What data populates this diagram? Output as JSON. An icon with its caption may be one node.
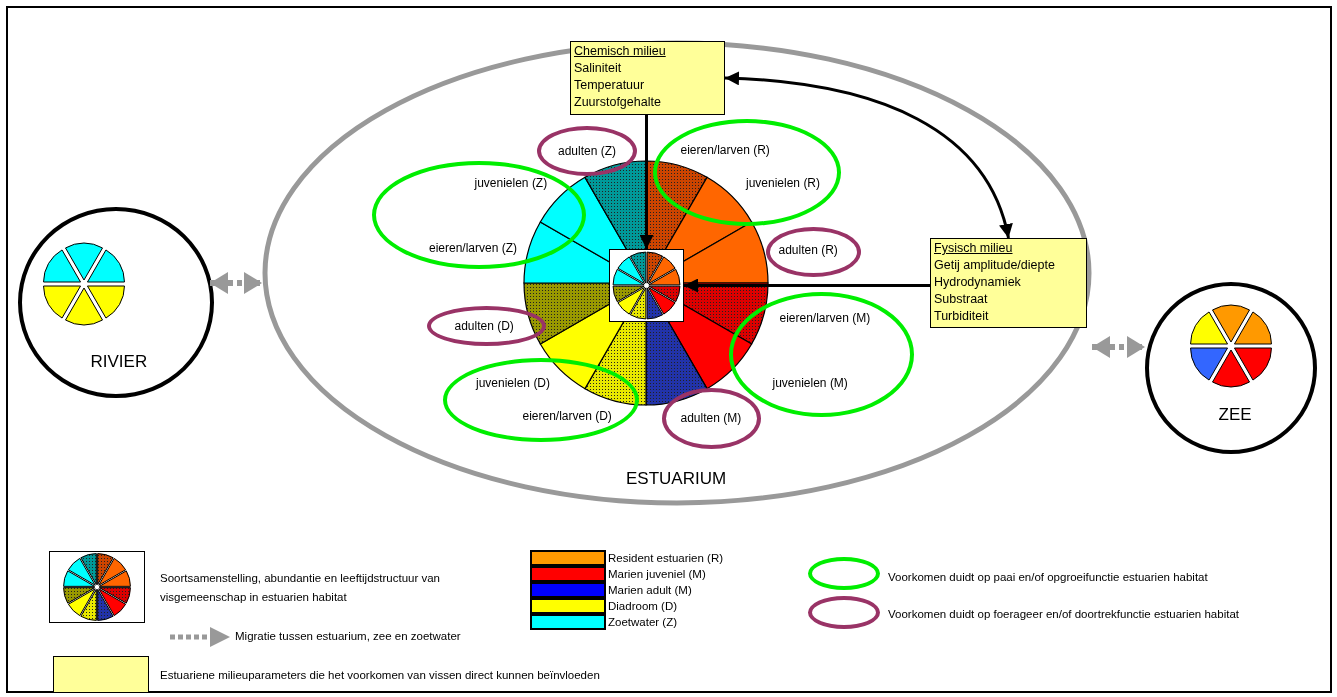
{
  "diagram": {
    "nodes": [
      {
        "text": [
          "ESTUARIUM"
        ]
      },
      {
        "text": [
          "Chemisch milieu",
          "Saliniteit",
          "Temperatuur",
          "Zuurstofgehalte"
        ],
        "in": 0
      },
      {
        "text": [
          "Fysisch milieu",
          "Getij amplitude/diepte",
          "Hydrodynamiek",
          "Substraat",
          "Turbiditeit"
        ],
        "in": 0
      },
      {
        "text": [],
        "shape": "box",
        "in": 0
      },
      {
        "text": [
          "RIVIER"
        ]
      },
      {
        "text": [
          "ZEE"
        ]
      },
      {
        "text": [
          "adulten (Z)"
        ],
        "in": 0
      },
      {
        "text": [
          "juvenielen (Z)",
          "eieren/larven (Z)"
        ],
        "in": 0
      },
      {
        "text": [
          "eieren/larven (R)",
          "juvenielen (R)"
        ],
        "in": 0
      },
      {
        "text": [
          "adulten (R)"
        ],
        "in": 0
      },
      {
        "text": [
          "eieren/larven (M)",
          "juvenielen (M)"
        ],
        "in": 0
      },
      {
        "text": [
          "adulten (M)"
        ],
        "in": 0
      },
      {
        "text": [
          "juvenielen (D)",
          "eieren/larven (D)"
        ],
        "in": 0
      },
      {
        "text": [
          "adulten (D)"
        ],
        "in": 0
      }
    ],
    "edges": [
      {
        "from": 1,
        "to": 3,
        "arrow": "to"
      },
      {
        "from": 2,
        "to": 3,
        "arrow": "to"
      },
      {
        "from": 1,
        "to": 2,
        "arrow": "both"
      },
      {
        "from": 4,
        "to": 0,
        "arrow": "both",
        "style": "dashed",
        "color": "#999999"
      },
      {
        "from": 0,
        "to": 5,
        "arrow": "both",
        "style": "dashed",
        "color": "#999999"
      }
    ],
    "legend": [
      {
        "text": "Soortsamenstelling, abundantie en leeftijdstructuur van visgemeenschap in estuarien habitat"
      },
      {
        "text": "Migratie tussen estuarium, zee en zoetwater"
      },
      {
        "text": "Estuariene milieuparameters die het voorkomen van vissen direct kunnen beïnvloeden",
        "color": "#ffff99"
      },
      {
        "text": "Resident estuarien (R)",
        "color": "#ff9900"
      },
      {
        "text": "Marien juveniel (M)",
        "color": "#ff0000"
      },
      {
        "text": "Marien adult (M)",
        "color": "#0000ff"
      },
      {
        "text": "Diadroom (D)",
        "color": "#ffff00"
      },
      {
        "text": "Zoetwater (Z)",
        "color": "#00ffff"
      },
      {
        "text": "Voorkomen duidt op paai en/of opgroeifunctie estuarien habitat"
      },
      {
        "text": "Voorkomen duidt op foerageer en/of doortrekfunctie estuarien habitat"
      }
    ]
  }
}
